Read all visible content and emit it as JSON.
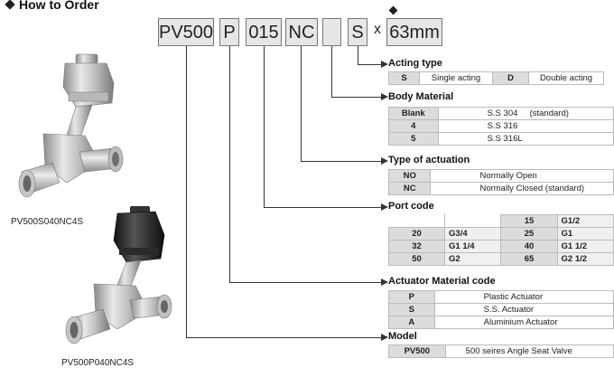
{
  "header": {
    "title": "How to Order"
  },
  "code": {
    "model": "PV500",
    "actuator": "P",
    "port": "015",
    "actuation": "NC",
    "body": "",
    "acting": "S",
    "times": "x",
    "size": "63mm"
  },
  "captions": {
    "top": "PV500S040NC4S",
    "bottom": "PV500P040NC4S"
  },
  "acting_type": {
    "title": "Acting type",
    "rows": [
      {
        "code": "S",
        "desc": "Single acting",
        "code2": "D",
        "desc2": "Double acting"
      }
    ]
  },
  "body_material": {
    "title": "Body Material",
    "rows": [
      {
        "code": "Blank",
        "desc": "S.S 304",
        "note": "(standard)"
      },
      {
        "code": "4",
        "desc": "S.S 316",
        "note": ""
      },
      {
        "code": "5",
        "desc": "S.S 316L",
        "note": ""
      }
    ]
  },
  "actuation_type": {
    "title": "Type of actuation",
    "rows": [
      {
        "code": "NO",
        "desc": "Normally Open",
        "note": ""
      },
      {
        "code": "NC",
        "desc": "Normally Closed",
        "note": "(standard)"
      }
    ]
  },
  "port_code": {
    "title": "Port code",
    "rows": [
      {
        "c1": "",
        "s1": "",
        "c2": "15",
        "s2": "G1/2"
      },
      {
        "c1": "20",
        "s1": "G3/4",
        "c2": "25",
        "s2": "G1"
      },
      {
        "c1": "32",
        "s1": "G1 1/4",
        "c2": "40",
        "s2": "G1 1/2"
      },
      {
        "c1": "50",
        "s1": "G2",
        "c2": "65",
        "s2": "G2 1/2"
      }
    ]
  },
  "actuator_material": {
    "title": "Actuator Material code",
    "rows": [
      {
        "code": "P",
        "desc": "Plastic Actuator"
      },
      {
        "code": "S",
        "desc": "S.S. Actuator"
      },
      {
        "code": "A",
        "desc": "Aluminium Actuator"
      }
    ]
  },
  "model": {
    "title": "Model",
    "rows": [
      {
        "code": "PV500",
        "desc": "500 seires Angle Seat Valve"
      }
    ]
  },
  "colors": {
    "key_bg": "#dcdcdc",
    "box_bg": "#e6e6e6",
    "line": "#333333"
  }
}
